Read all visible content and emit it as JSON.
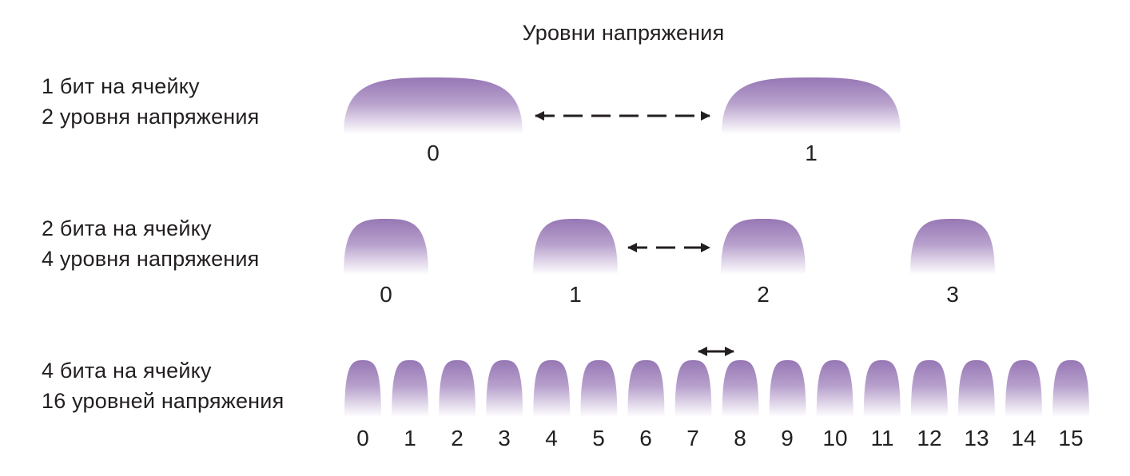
{
  "title": "Уровни напряжения",
  "colors": {
    "peak": "#9b78b8",
    "arrow": "#231f20"
  },
  "rows": [
    {
      "line1": "1 бит на ячейку",
      "line2": "2 уровня напряжения",
      "levels": [
        "0",
        "1"
      ]
    },
    {
      "line1": "2 бита на ячейку",
      "line2": "4 уровня напряжения",
      "levels": [
        "0",
        "1",
        "2",
        "3"
      ]
    },
    {
      "line1": "4 бита на ячейку",
      "line2": "16 уровней напряжения",
      "levels": [
        "0",
        "1",
        "2",
        "3",
        "4",
        "5",
        "6",
        "7",
        "8",
        "9",
        "10",
        "11",
        "12",
        "13",
        "14",
        "15"
      ]
    }
  ]
}
